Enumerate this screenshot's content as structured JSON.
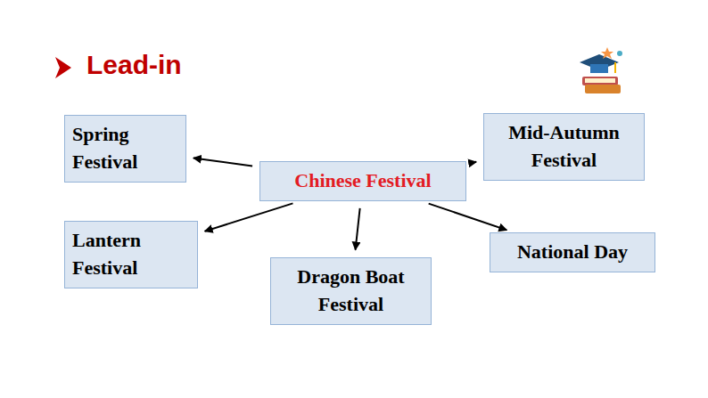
{
  "diagram": {
    "title": "Lead-in",
    "nodes": [
      {
        "text": [
          "Spring Festival"
        ]
      },
      {
        "text": [
          "Mid-Autumn Festival"
        ]
      },
      {
        "text": [
          "Chinese Festival"
        ]
      },
      {
        "text": [
          "Lantern Festival"
        ]
      },
      {
        "text": [
          "Dragon Boat Festival"
        ]
      },
      {
        "text": [
          "National Day"
        ]
      }
    ],
    "edges": [
      {
        "from": 2,
        "to": 0,
        "arrow": "to"
      },
      {
        "from": 2,
        "to": 1,
        "arrow": "to"
      },
      {
        "from": 2,
        "to": 3,
        "arrow": "to"
      },
      {
        "from": 2,
        "to": 4,
        "arrow": "to"
      },
      {
        "from": 2,
        "to": 5,
        "arrow": "to"
      }
    ]
  }
}
